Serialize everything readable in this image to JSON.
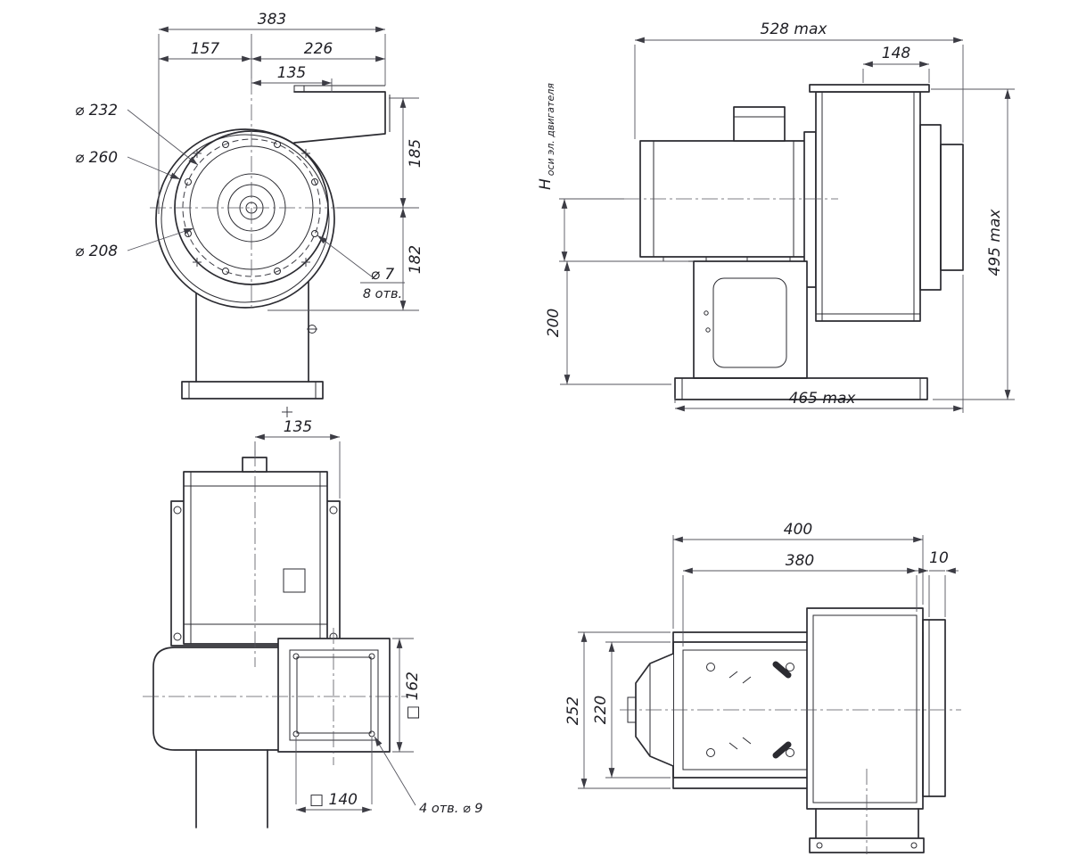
{
  "drawing": {
    "front": {
      "total_width": "383",
      "left_width": "157",
      "right_width": "226",
      "outlet_width": "135",
      "upper_height": "185",
      "lower_height": "182",
      "bolt_circle_dia": "⌀ 232",
      "flange_dia": "⌀ 260",
      "bore_dia": "⌀ 208",
      "hole_dia": "⌀ 7",
      "hole_count": "8 отв."
    },
    "side": {
      "overall_length": "528 max",
      "outlet_depth": "148",
      "axis_symbol": "H",
      "axis_note": "оси эл. двигателя",
      "pedestal_height": "200",
      "overall_height": "495 max",
      "base_length": "465 max"
    },
    "back": {
      "half_width": "135",
      "outlet_square": "□ 162",
      "bolt_square": "□ 140",
      "flange_holes": "4 отв.  ⌀ 9"
    },
    "top": {
      "base_length": "400",
      "plate_length": "380",
      "collar_lip": "10",
      "base_depth": "252",
      "pedestal_depth": "220"
    }
  }
}
